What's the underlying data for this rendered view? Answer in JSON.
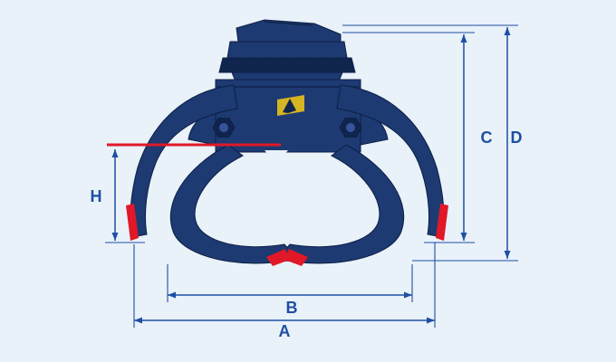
{
  "diagram": {
    "machine": {
      "colors": {
        "body": "#1d3a72",
        "body_dark": "#10254e",
        "body_light": "#35549a",
        "outline": "#0d1f45",
        "highlight_red": "#e01828",
        "logo_yellow": "#d4b422"
      }
    },
    "dimensions": {
      "color": "#1e4fa3",
      "labels": {
        "A": "A",
        "B": "B",
        "C": "C",
        "D": "D",
        "H": "H"
      }
    },
    "background": "#e9f1f9"
  }
}
